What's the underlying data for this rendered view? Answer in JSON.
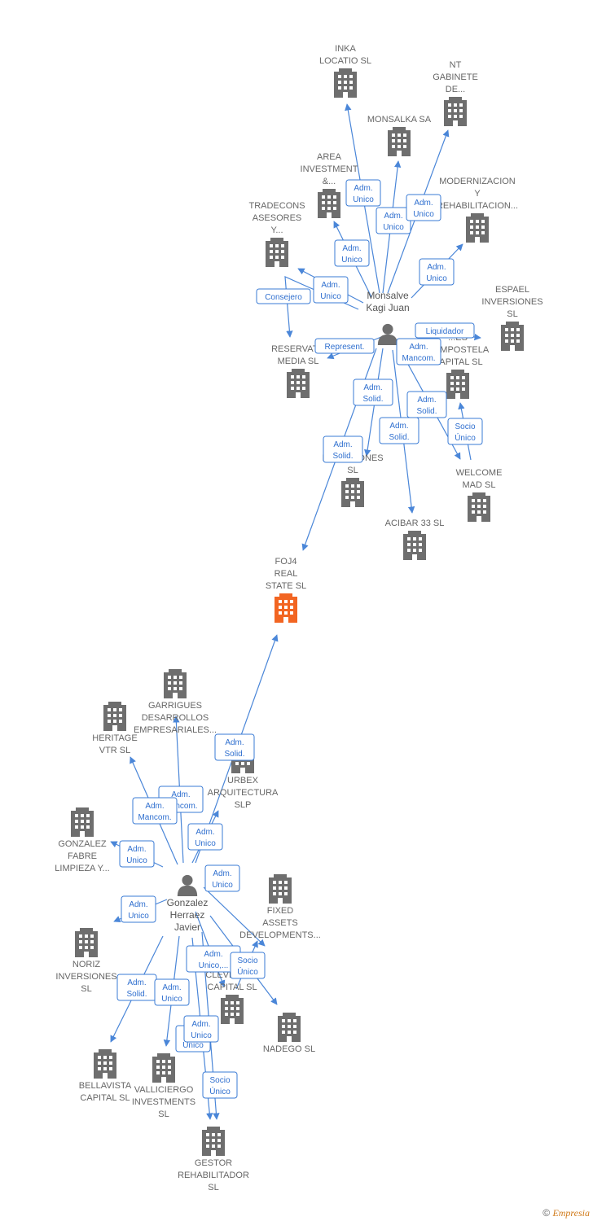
{
  "footer": {
    "copyright": "©",
    "brand": "Empresia"
  },
  "colors": {
    "company": "#6e6e6e",
    "highlight": "#f26522",
    "person": "#6e6e6e",
    "edge": "#4a86d8",
    "badge": "#2f6fcf"
  },
  "nodes": [
    {
      "id": "inka",
      "type": "company",
      "label": [
        "INKA",
        "LOCATIO  SL"
      ]
    },
    {
      "id": "nt",
      "type": "company",
      "label": [
        "NT",
        "GABINETE",
        "DE..."
      ]
    },
    {
      "id": "monsalka",
      "type": "company",
      "label": [
        "MONSALKA SA"
      ]
    },
    {
      "id": "area",
      "type": "company",
      "label": [
        "AREA",
        "INVESTMENT",
        "&..."
      ]
    },
    {
      "id": "modern",
      "type": "company",
      "label": [
        "MODERNIZACION",
        "Y",
        "REHABILITACION..."
      ]
    },
    {
      "id": "tradecons",
      "type": "company",
      "label": [
        "TRADECONS",
        "ASESORES",
        "Y..."
      ]
    },
    {
      "id": "espael",
      "type": "company",
      "label": [
        "ESPAEL",
        "INVERSIONES",
        "SL"
      ]
    },
    {
      "id": "reservato",
      "type": "company",
      "label": [
        "RESERVATO",
        "MEDIA  SL"
      ]
    },
    {
      "id": "compostela",
      "type": "company",
      "label": [
        "...ES",
        "COMPOSTELA",
        "CAPITAL  SL"
      ]
    },
    {
      "id": "er_inv",
      "type": "company",
      "label": [
        "...ER",
        "INVERSIONES",
        "SL"
      ]
    },
    {
      "id": "welcome",
      "type": "company",
      "label": [
        "WELCOME",
        "MAD  SL"
      ]
    },
    {
      "id": "acibar",
      "type": "company",
      "label": [
        "ACIBAR 33  SL"
      ]
    },
    {
      "id": "foj4",
      "type": "company",
      "highlight": true,
      "label": [
        "FOJ4",
        "REAL",
        "STATE  SL"
      ]
    },
    {
      "id": "garrigues",
      "type": "company",
      "label": [
        "GARRIGUES",
        "DESARROLLOS",
        "EMPRESARIALES..."
      ]
    },
    {
      "id": "heritage",
      "type": "company",
      "label": [
        "HERITAGE",
        "VTR  SL"
      ]
    },
    {
      "id": "urbex",
      "type": "company",
      "label": [
        "URBEX",
        "ARQUITECTURA",
        "SLP"
      ]
    },
    {
      "id": "gonzalez_fabre",
      "type": "company",
      "label": [
        "GONZALEZ",
        "FABRE",
        "LIMPIEZA Y..."
      ]
    },
    {
      "id": "fixed",
      "type": "company",
      "label": [
        "FIXED",
        "ASSETS",
        "DEVELOPMENTS..."
      ]
    },
    {
      "id": "noriz",
      "type": "company",
      "label": [
        "NORIZ",
        "INVERSIONES",
        "SL"
      ]
    },
    {
      "id": "cleveland",
      "type": "company",
      "label": [
        "CLEVELAND",
        "CAPITAL  SL"
      ]
    },
    {
      "id": "nadego",
      "type": "company",
      "label": [
        "NADEGO  SL"
      ]
    },
    {
      "id": "bellavista",
      "type": "company",
      "label": [
        "BELLAVISTA",
        "CAPITAL  SL"
      ]
    },
    {
      "id": "valliciergo",
      "type": "company",
      "label": [
        "VALLICIERGO",
        "INVESTMENTS",
        "SL"
      ]
    },
    {
      "id": "gestor",
      "type": "company",
      "label": [
        "GESTOR",
        "REHABILITADOR",
        "SL"
      ]
    },
    {
      "id": "monsalve",
      "type": "person",
      "label": [
        "Monsalve",
        "Kagi Juan"
      ]
    },
    {
      "id": "gonzalez",
      "type": "person",
      "label": [
        "Gonzalez",
        "Herraez",
        "Javier"
      ]
    }
  ],
  "badges": [
    {
      "id": "b_inka",
      "lines": [
        "Adm.",
        "Unico"
      ]
    },
    {
      "id": "b_monsalka",
      "lines": [
        "Adm.",
        "Unico"
      ]
    },
    {
      "id": "b_nt",
      "lines": [
        "Adm.",
        "Unico"
      ]
    },
    {
      "id": "b_area",
      "lines": [
        "Adm.",
        "Unico"
      ]
    },
    {
      "id": "b_modern",
      "lines": [
        "Adm.",
        "Unico"
      ]
    },
    {
      "id": "b_tradecons",
      "lines": [
        "Adm.",
        "Unico"
      ]
    },
    {
      "id": "b_reservato",
      "lines": [
        "Consejero"
      ]
    },
    {
      "id": "b_liquidador",
      "lines": [
        "Liquidador"
      ]
    },
    {
      "id": "b_represent",
      "lines": [
        "Represent."
      ]
    },
    {
      "id": "b_mancom1",
      "lines": [
        "Adm.",
        "Mancom."
      ]
    },
    {
      "id": "b_solid1",
      "lines": [
        "Adm.",
        "Solid."
      ]
    },
    {
      "id": "b_solid2",
      "lines": [
        "Adm.",
        "Solid."
      ]
    },
    {
      "id": "b_solid3",
      "lines": [
        "Adm.",
        "Solid."
      ]
    },
    {
      "id": "b_solid4",
      "lines": [
        "Adm.",
        "Solid."
      ]
    },
    {
      "id": "b_socio1",
      "lines": [
        "Socio",
        "Único"
      ]
    },
    {
      "id": "b_foj4_g",
      "lines": [
        "Adm.",
        "Solid."
      ]
    },
    {
      "id": "b_mancom2",
      "lines": [
        "Adm.",
        "Mancom."
      ]
    },
    {
      "id": "b_mancom3",
      "lines": [
        "Adm.",
        "Mancom."
      ]
    },
    {
      "id": "b_urbex",
      "lines": [
        "Adm.",
        "Unico"
      ]
    },
    {
      "id": "b_gfabre",
      "lines": [
        "Adm.",
        "Unico"
      ]
    },
    {
      "id": "b_fixed",
      "lines": [
        "Adm.",
        "Unico"
      ]
    },
    {
      "id": "b_noriz",
      "lines": [
        "Adm.",
        "Unico"
      ]
    },
    {
      "id": "b_cleve",
      "lines": [
        "Adm.",
        "Unico,..."
      ]
    },
    {
      "id": "b_socio2",
      "lines": [
        "Socio",
        "Único"
      ]
    },
    {
      "id": "b_bella",
      "lines": [
        "Adm.",
        "Solid."
      ]
    },
    {
      "id": "b_valli",
      "lines": [
        "Adm.",
        "Unico"
      ]
    },
    {
      "id": "b_gestor1",
      "lines": [
        "S...",
        "Unico"
      ]
    },
    {
      "id": "b_gestor2",
      "lines": [
        "Adm.",
        "Unico"
      ]
    },
    {
      "id": "b_socio3",
      "lines": [
        "Socio",
        "Único"
      ]
    }
  ]
}
